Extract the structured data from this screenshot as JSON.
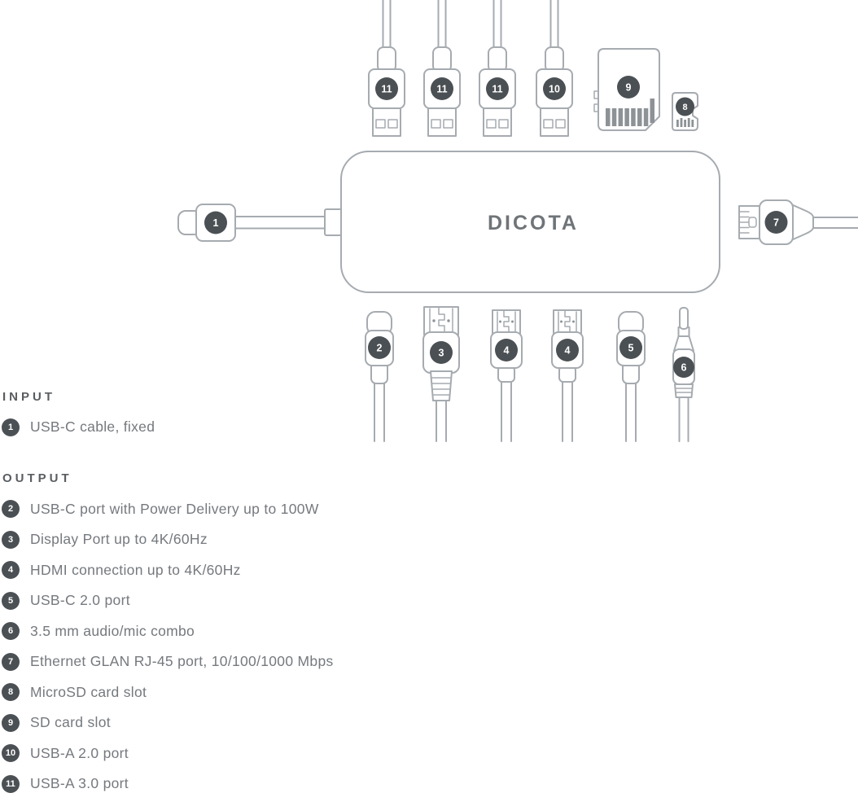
{
  "diagram": {
    "hub_brand": "DICOTA",
    "badges": {
      "usb_a_30_1": "11",
      "usb_a_30_2": "11",
      "usb_a_30_3": "11",
      "usb_a_20": "10",
      "sd_card": "9",
      "microsd": "8",
      "input_cable": "1",
      "ethernet": "7",
      "usb_c_pd": "2",
      "displayport": "3",
      "hdmi_1": "4",
      "hdmi_2": "4",
      "usb_c_20": "5",
      "audio": "6"
    }
  },
  "legend": {
    "input_heading": "INPUT",
    "output_heading": "OUTPUT",
    "input_items": [
      {
        "num": "1",
        "label": "USB-C cable, fixed"
      }
    ],
    "output_items": [
      {
        "num": "2",
        "label": "USB-C port with Power Delivery up to 100W"
      },
      {
        "num": "3",
        "label": "Display Port up to 4K/60Hz"
      },
      {
        "num": "4",
        "label": "HDMI connection up to 4K/60Hz"
      },
      {
        "num": "5",
        "label": "USB-C 2.0 port"
      },
      {
        "num": "6",
        "label": "3.5 mm audio/mic combo"
      },
      {
        "num": "7",
        "label": "Ethernet GLAN RJ-45 port, 10/100/1000 Mbps"
      },
      {
        "num": "8",
        "label": "MicroSD card slot"
      },
      {
        "num": "9",
        "label": "SD card slot"
      },
      {
        "num": "10",
        "label": "USB-A 2.0 port"
      },
      {
        "num": "11",
        "label": "USB-A 3.0 port"
      }
    ]
  },
  "colors": {
    "outline": "#a6abb0",
    "badge": "#4b5054",
    "label_text": "#75797e",
    "heading_text": "#595d61",
    "brand_text": "#6f7478"
  }
}
